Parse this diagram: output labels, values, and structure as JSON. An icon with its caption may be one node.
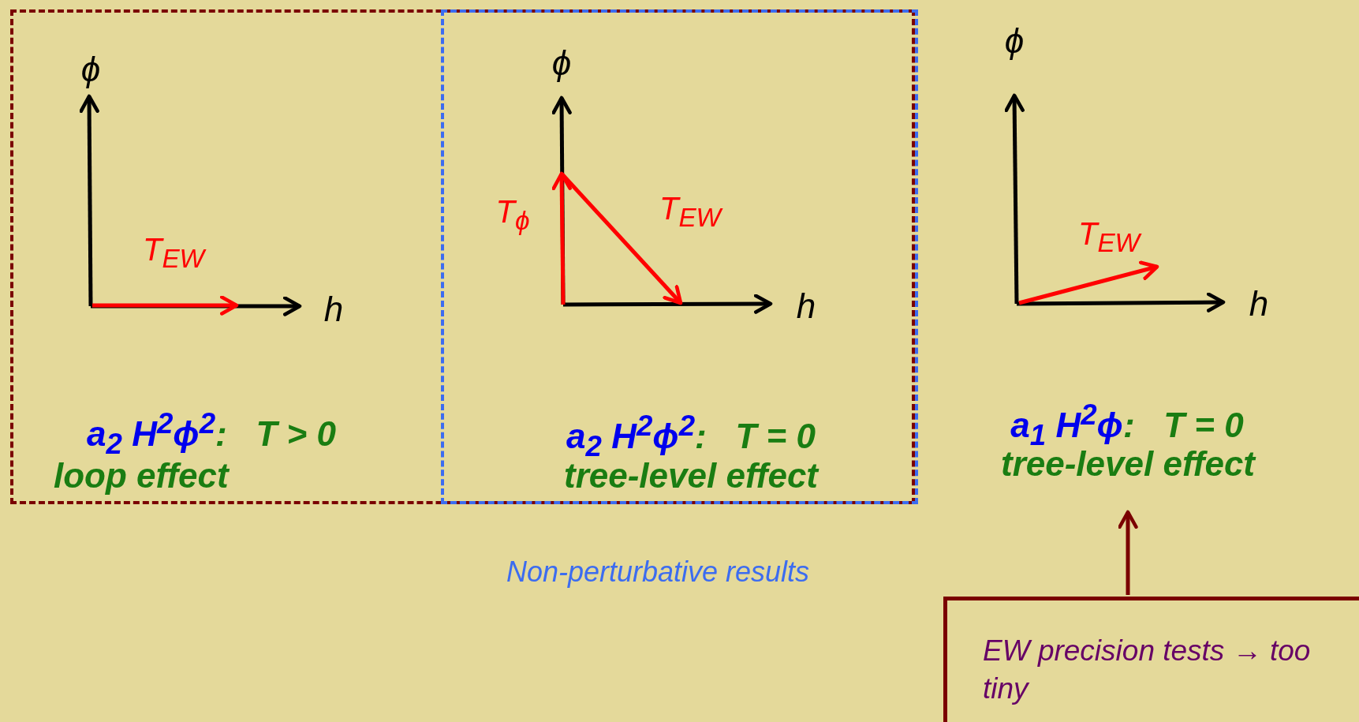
{
  "diagram": {
    "nodes": [
      {
        "text": [
          "a$_{2}$ H$^{2}$ϕ$^{2}$",
          ":   T > 0",
          "loop effect"
        ]
      },
      {
        "text": [
          "a$_{2}$ H$^{2}$ϕ$^{2}$",
          ":   T = 0",
          "tree-level effect"
        ],
        "in": 0,
        "beside": [
          "Non-perturbative results"
        ]
      },
      {
        "text": [
          "a$_{1}$ H$^{2}$ϕ",
          ":   T = 0",
          "tree-level effect"
        ]
      },
      {
        "text": [
          "EW precision tests → too tiny"
        ]
      }
    ],
    "edges": [
      {
        "from": 3,
        "to": 2,
        "arrow": "to"
      }
    ],
    "labels": [
      "ϕ",
      "ϕ",
      "ϕ",
      "T$_{ϕ}$",
      "T$_{EW}$",
      "T$_{EW}$",
      "T$_{EW}$",
      "h",
      "h",
      "h"
    ]
  }
}
